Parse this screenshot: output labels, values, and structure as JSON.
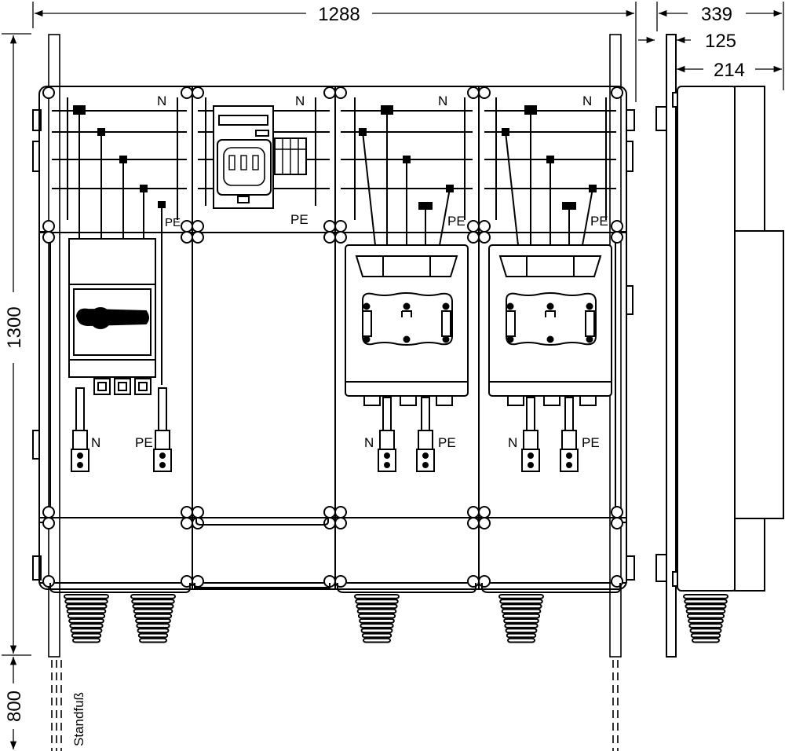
{
  "dimensions": {
    "total_width": "1288",
    "depth_total": "339",
    "depth_rear": "125",
    "depth_front": "214",
    "height": "1300",
    "foot_height": "800"
  },
  "labels": {
    "n": "N",
    "pe": "PE",
    "foot": "Standfuß"
  },
  "colors": {
    "line": "#000000",
    "background": "#ffffff"
  }
}
